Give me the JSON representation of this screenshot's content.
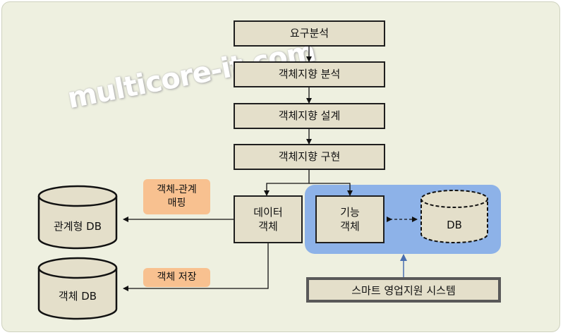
{
  "flow": {
    "step1": "요구분석",
    "step2": "객체지향 분석",
    "step3": "객체지향 설계",
    "step4": "객체지향 구현"
  },
  "data_object": {
    "line1": "데이터",
    "line2": "객체"
  },
  "function_object": {
    "line1": "기능",
    "line2": "객체"
  },
  "databases": {
    "relational": "관계형 DB",
    "object": "객체 DB",
    "smart_db": "DB"
  },
  "tags": {
    "mapping_line1": "객체-관계",
    "mapping_line2": "매핑",
    "storage": "객체 저장"
  },
  "smart_system": "스마트 영업지원 시스템",
  "watermark": "multicore-it.com",
  "colors": {
    "box_fill": "#e4dfca",
    "tag_fill": "#f8c190",
    "panel_fill": "#8db2e8",
    "smart_arrow": "#4a6fb0"
  }
}
